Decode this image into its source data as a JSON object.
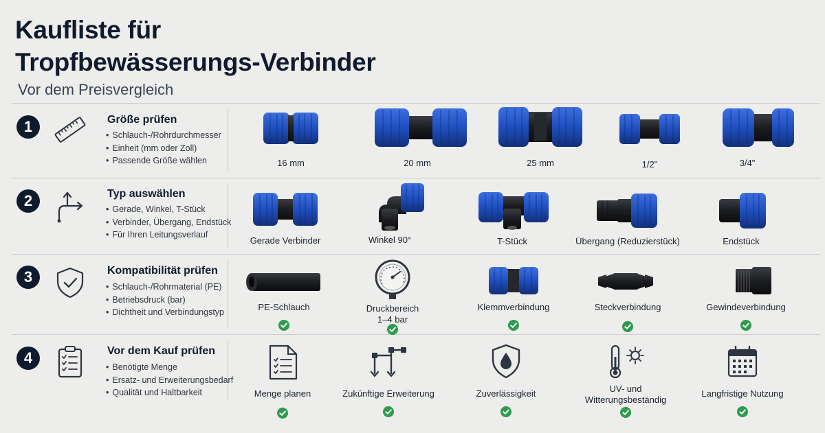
{
  "header": {
    "title_line1": "Kaufliste für",
    "title_line2": "Tropfbewässerungs-Verbinder",
    "subtitle": "Vor dem Preisvergleich"
  },
  "colors": {
    "accent_blue": "#1f4fbf",
    "dark_navy": "#0f1b2d",
    "check_green": "#2e9b4e"
  },
  "sections": [
    {
      "number": "1",
      "icon": "ruler-icon",
      "heading": "Größe prüfen",
      "bullets": [
        "Schlauch-/Rohrdurchmesser",
        "Einheit (mm oder Zoll)",
        "Passende Größe wählen"
      ],
      "items": [
        "16 mm",
        "20 mm",
        "25 mm",
        "1/2\"",
        "3/4\""
      ]
    },
    {
      "number": "2",
      "icon": "branch-arrows-icon",
      "heading": "Typ auswählen",
      "bullets": [
        "Gerade, Winkel, T-Stück",
        "Verbinder, Übergang, Endstück",
        "Für Ihren Leitungsverlauf"
      ],
      "items": [
        "Gerade Verbinder",
        "Winkel 90°",
        "T-Stück",
        "Übergang (Reduzierstück)",
        "Endstück"
      ]
    },
    {
      "number": "3",
      "icon": "shield-check-icon",
      "heading": "Kompatibilität prüfen",
      "bullets": [
        "Schlauch-/Rohrmaterial (PE)",
        "Betriebsdruck (bar)",
        "Dichtheit und Verbindungstyp"
      ],
      "items": [
        "PE-Schlauch",
        "Druckbereich",
        "Klemmverbindung",
        "Steckverbindung",
        "Gewindeverbindung"
      ],
      "item2_line2": "1–4 bar"
    },
    {
      "number": "4",
      "icon": "clipboard-checklist-icon",
      "heading": "Vor dem Kauf prüfen",
      "bullets": [
        "Benötigte Menge",
        "Ersatz- und Erweiterungsbedarf",
        "Qualität und Haltbarkeit"
      ],
      "items": [
        "Menge planen",
        "Zukünftige Erweiterung",
        "Zuverlässigkeit",
        "UV- und",
        "Langfristige Nutzung"
      ],
      "item4_line2": "Witterungsbeständig"
    }
  ]
}
